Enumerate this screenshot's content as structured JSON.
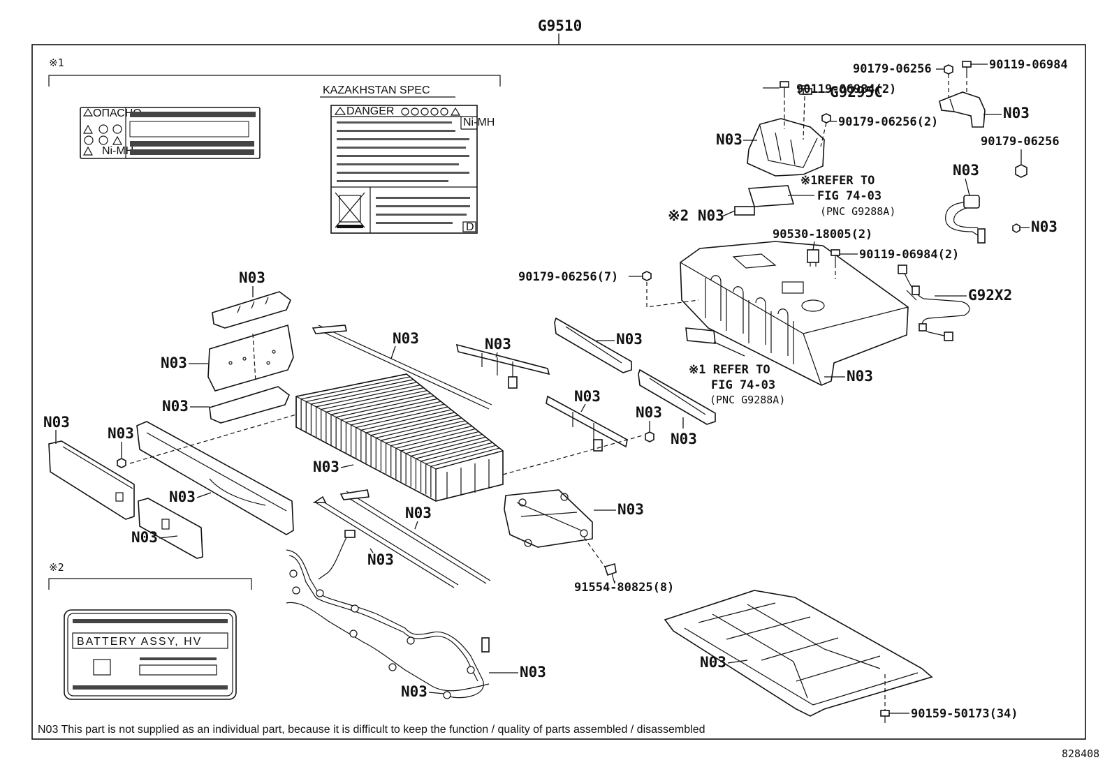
{
  "assembly": "G9510",
  "diagram_id": "828408",
  "footnote": "N03 This part is not supplied as an individual part, because it is difficult to keep the function / quality of parts assembled / disassembled",
  "note_marks": {
    "mark1": "※1",
    "mark2": "※2"
  },
  "labels_panel": {
    "kazakhstan_spec": "KAZAKHSTAN SPEC",
    "warning_small": "ОПАСНО",
    "nimh_small": "Ni-MH",
    "danger": "DANGER",
    "nimh": "Ni-MH",
    "corner_mark": "D",
    "battery_plate": "BATTERY ASSY, HV"
  },
  "callouts": {
    "n03": "N03",
    "n03_mark2": "※2 N03",
    "p90119_06984_2": "90119-06984(2)",
    "g9295c": "G9295C",
    "p90179_06256": "90179-06256",
    "p90119_06984": "90119-06984",
    "p90179_06256_2": "90179-06256(2)",
    "refer_top": [
      "※1REFER TO",
      "FIG 74-03",
      "(PNC G9288A)"
    ],
    "p90530_18005_2": "90530-18005(2)",
    "p90119_06984_2b": "90119-06984(2)",
    "p90179_06256_7": "90179-06256(7)",
    "g92x2": "G92X2",
    "refer_mid": [
      "※1 REFER TO",
      "FIG 74-03",
      "(PNC G9288A)"
    ],
    "p91554_80825_8": "91554-80825(8)",
    "p90159_50173_34": "90159-50173(34)"
  }
}
